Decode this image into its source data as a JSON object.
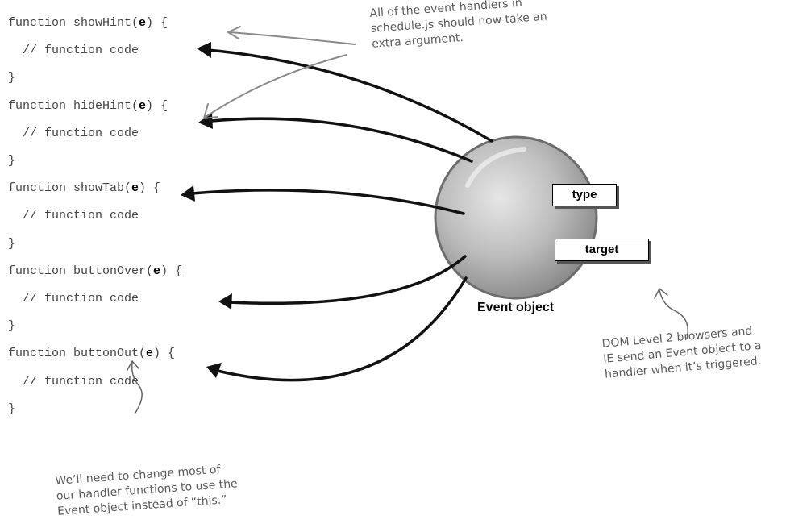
{
  "code": [
    {
      "pre": "function showHint(",
      "arg": "e",
      "post": ") {"
    },
    {
      "pre": "  // function code",
      "arg": "",
      "post": ""
    },
    {
      "pre": "}",
      "arg": "",
      "post": ""
    },
    {
      "pre": "function hideHint(",
      "arg": "e",
      "post": ") {"
    },
    {
      "pre": "  // function code",
      "arg": "",
      "post": ""
    },
    {
      "pre": "}",
      "arg": "",
      "post": ""
    },
    {
      "pre": "function showTab(",
      "arg": "e",
      "post": ") {"
    },
    {
      "pre": "  // function code",
      "arg": "",
      "post": ""
    },
    {
      "pre": "}",
      "arg": "",
      "post": ""
    },
    {
      "pre": "function buttonOver(",
      "arg": "e",
      "post": ") {"
    },
    {
      "pre": "  // function code",
      "arg": "",
      "post": ""
    },
    {
      "pre": "}",
      "arg": "",
      "post": ""
    },
    {
      "pre": "function buttonOut(",
      "arg": "e",
      "post": ") {"
    },
    {
      "pre": "  // function code",
      "arg": "",
      "post": ""
    },
    {
      "pre": "}",
      "arg": "",
      "post": ""
    }
  ],
  "notes": {
    "top": [
      "All of the event handlers in",
      "schedule.js should now take an",
      "extra argument."
    ],
    "right": [
      "DOM Level 2 browsers and",
      "IE send an Event object to a",
      "handler when it’s triggered."
    ],
    "bottom": [
      "We’ll need to change most of",
      "our handler functions to use the",
      "Event object instead of “this.”"
    ]
  },
  "event_object": {
    "props": [
      "type",
      "target"
    ],
    "caption": "Event object"
  }
}
